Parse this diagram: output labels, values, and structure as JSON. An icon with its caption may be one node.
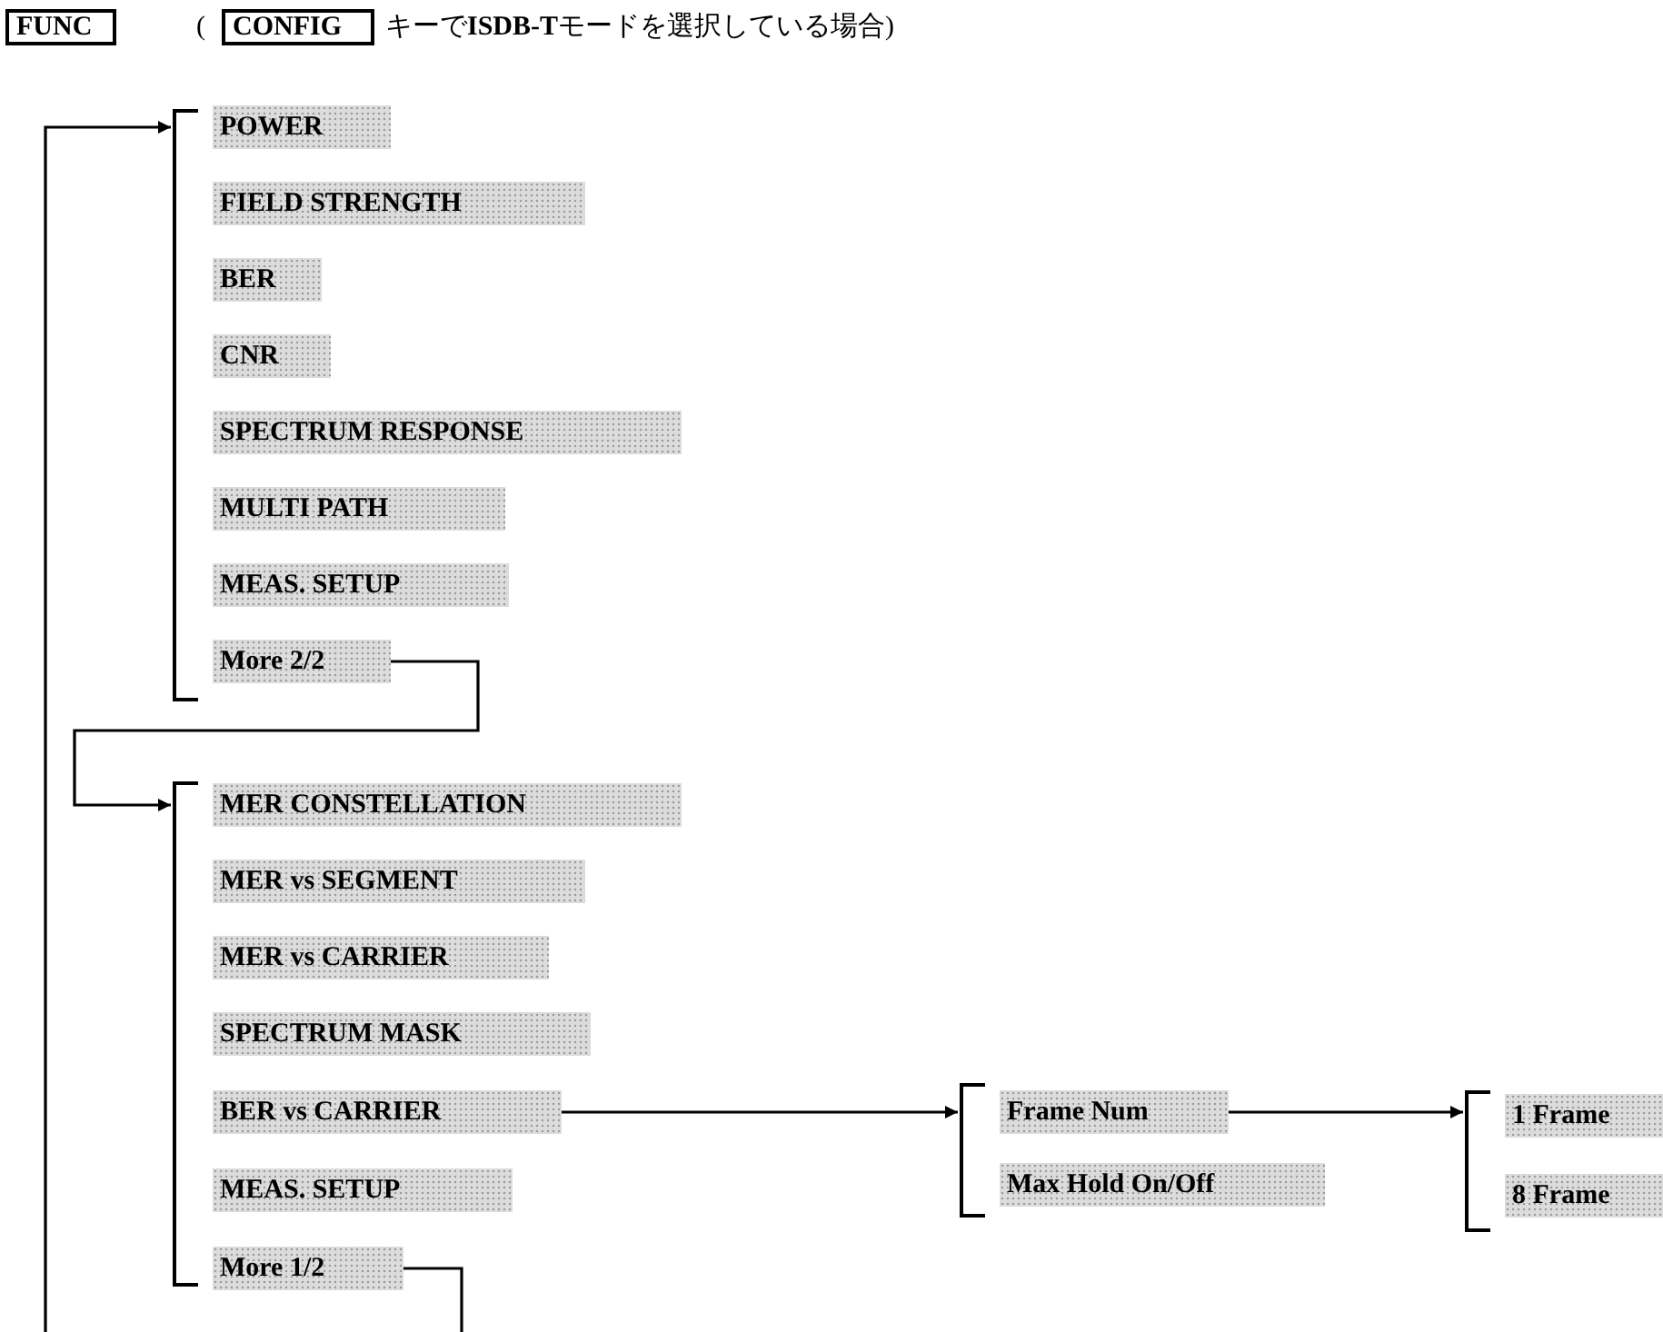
{
  "diagram": {
    "nodes": [
      {
        "text": [
          "FUNC"
        ]
      },
      {
        "text": [
          "CONFIG"
        ]
      },
      {
        "text": [],
        "shape": "bracket"
      },
      {
        "text": [
          "POWER"
        ],
        "in": 2
      },
      {
        "text": [
          "FIELD STRENGTH"
        ],
        "in": 2
      },
      {
        "text": [
          "BER"
        ],
        "in": 2
      },
      {
        "text": [
          "CNR"
        ],
        "in": 2
      },
      {
        "text": [
          "SPECTRUM RESPONSE"
        ],
        "in": 2
      },
      {
        "text": [
          "MULTI PATH"
        ],
        "in": 2
      },
      {
        "text": [
          "MEAS. SETUP"
        ],
        "in": 2
      },
      {
        "text": [
          "More 2/2"
        ],
        "in": 2
      },
      {
        "text": [],
        "shape": "bracket"
      },
      {
        "text": [
          "MER CONSTELLATION"
        ],
        "in": 11
      },
      {
        "text": [
          "MER vs SEGMENT"
        ],
        "in": 11
      },
      {
        "text": [
          "MER vs CARRIER"
        ],
        "in": 11
      },
      {
        "text": [
          "SPECTRUM MASK"
        ],
        "in": 11
      },
      {
        "text": [
          "BER vs CARRIER"
        ],
        "in": 11
      },
      {
        "text": [
          "MEAS. SETUP"
        ],
        "in": 11
      },
      {
        "text": [
          "More 1/2"
        ],
        "in": 11
      },
      {
        "text": [],
        "shape": "bracket"
      },
      {
        "text": [
          "Frame Num"
        ],
        "in": 19
      },
      {
        "text": [
          "Max Hold On/Off"
        ],
        "in": 19
      },
      {
        "text": [],
        "shape": "bracket"
      },
      {
        "text": [
          "1 Frame"
        ],
        "in": 22
      },
      {
        "text": [
          "8 Frame"
        ],
        "in": 22
      }
    ],
    "edges": [
      {
        "from": null,
        "to": 2,
        "arrow": "to"
      },
      {
        "from": 10,
        "to": 11,
        "arrow": "to"
      },
      {
        "from": 18,
        "to": null,
        "arrow": "none"
      },
      {
        "from": 16,
        "to": 19,
        "arrow": "to"
      },
      {
        "from": 20,
        "to": 22,
        "arrow": "to"
      }
    ],
    "labels": [
      "(",
      "キーで**ISDB-T**モードを選択している場合)"
    ]
  }
}
